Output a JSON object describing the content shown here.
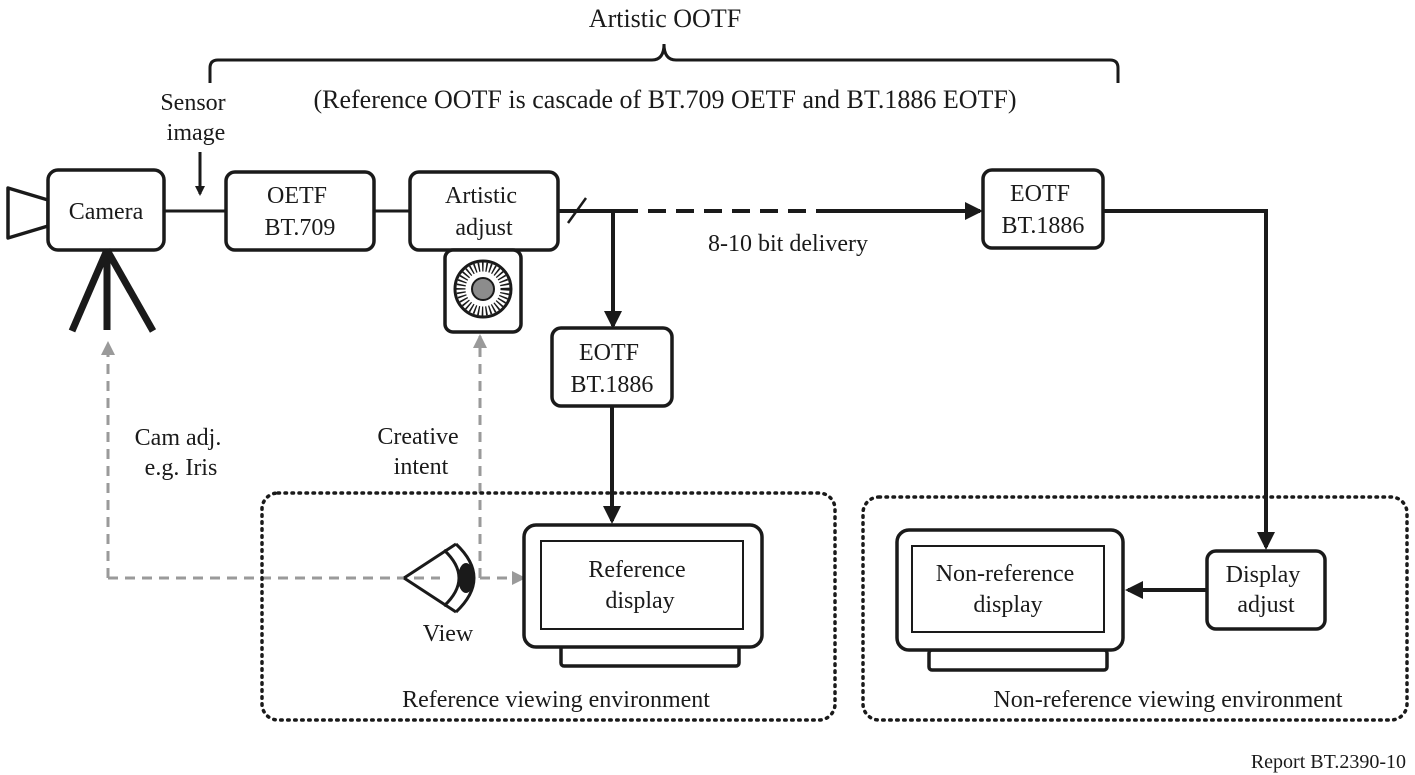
{
  "title": "Artistic OOTF",
  "subtitle": "(Reference OOTF is cascade of BT.709 OETF and BT.1886 EOTF)",
  "sensor_label": [
    "Sensor",
    "image"
  ],
  "camera": "Camera",
  "oetf_box": [
    "OETF",
    "BT.709"
  ],
  "artistic_box": [
    "Artistic",
    "adjust"
  ],
  "eotf_top_box": [
    "EOTF",
    "BT.1886"
  ],
  "eotf_mid_box": [
    "EOTF",
    "BT.1886"
  ],
  "delivery_label": "8-10 bit delivery",
  "cam_adj_label": [
    "Cam adj.",
    "e.g. Iris"
  ],
  "creative_label": [
    "Creative",
    "intent"
  ],
  "view_label": "View",
  "ref_display": [
    "Reference",
    "display"
  ],
  "nonref_display": [
    "Non-reference",
    "display"
  ],
  "display_adjust": [
    "Display",
    "adjust"
  ],
  "ref_env": "Reference viewing environment",
  "nonref_env": "Non-reference viewing environment",
  "report_id": "Report BT.2390-10",
  "colors": {
    "line": "#1a1a1a",
    "dashed_feedback": "#9a9a9a",
    "knob": "#8c8c8c"
  }
}
